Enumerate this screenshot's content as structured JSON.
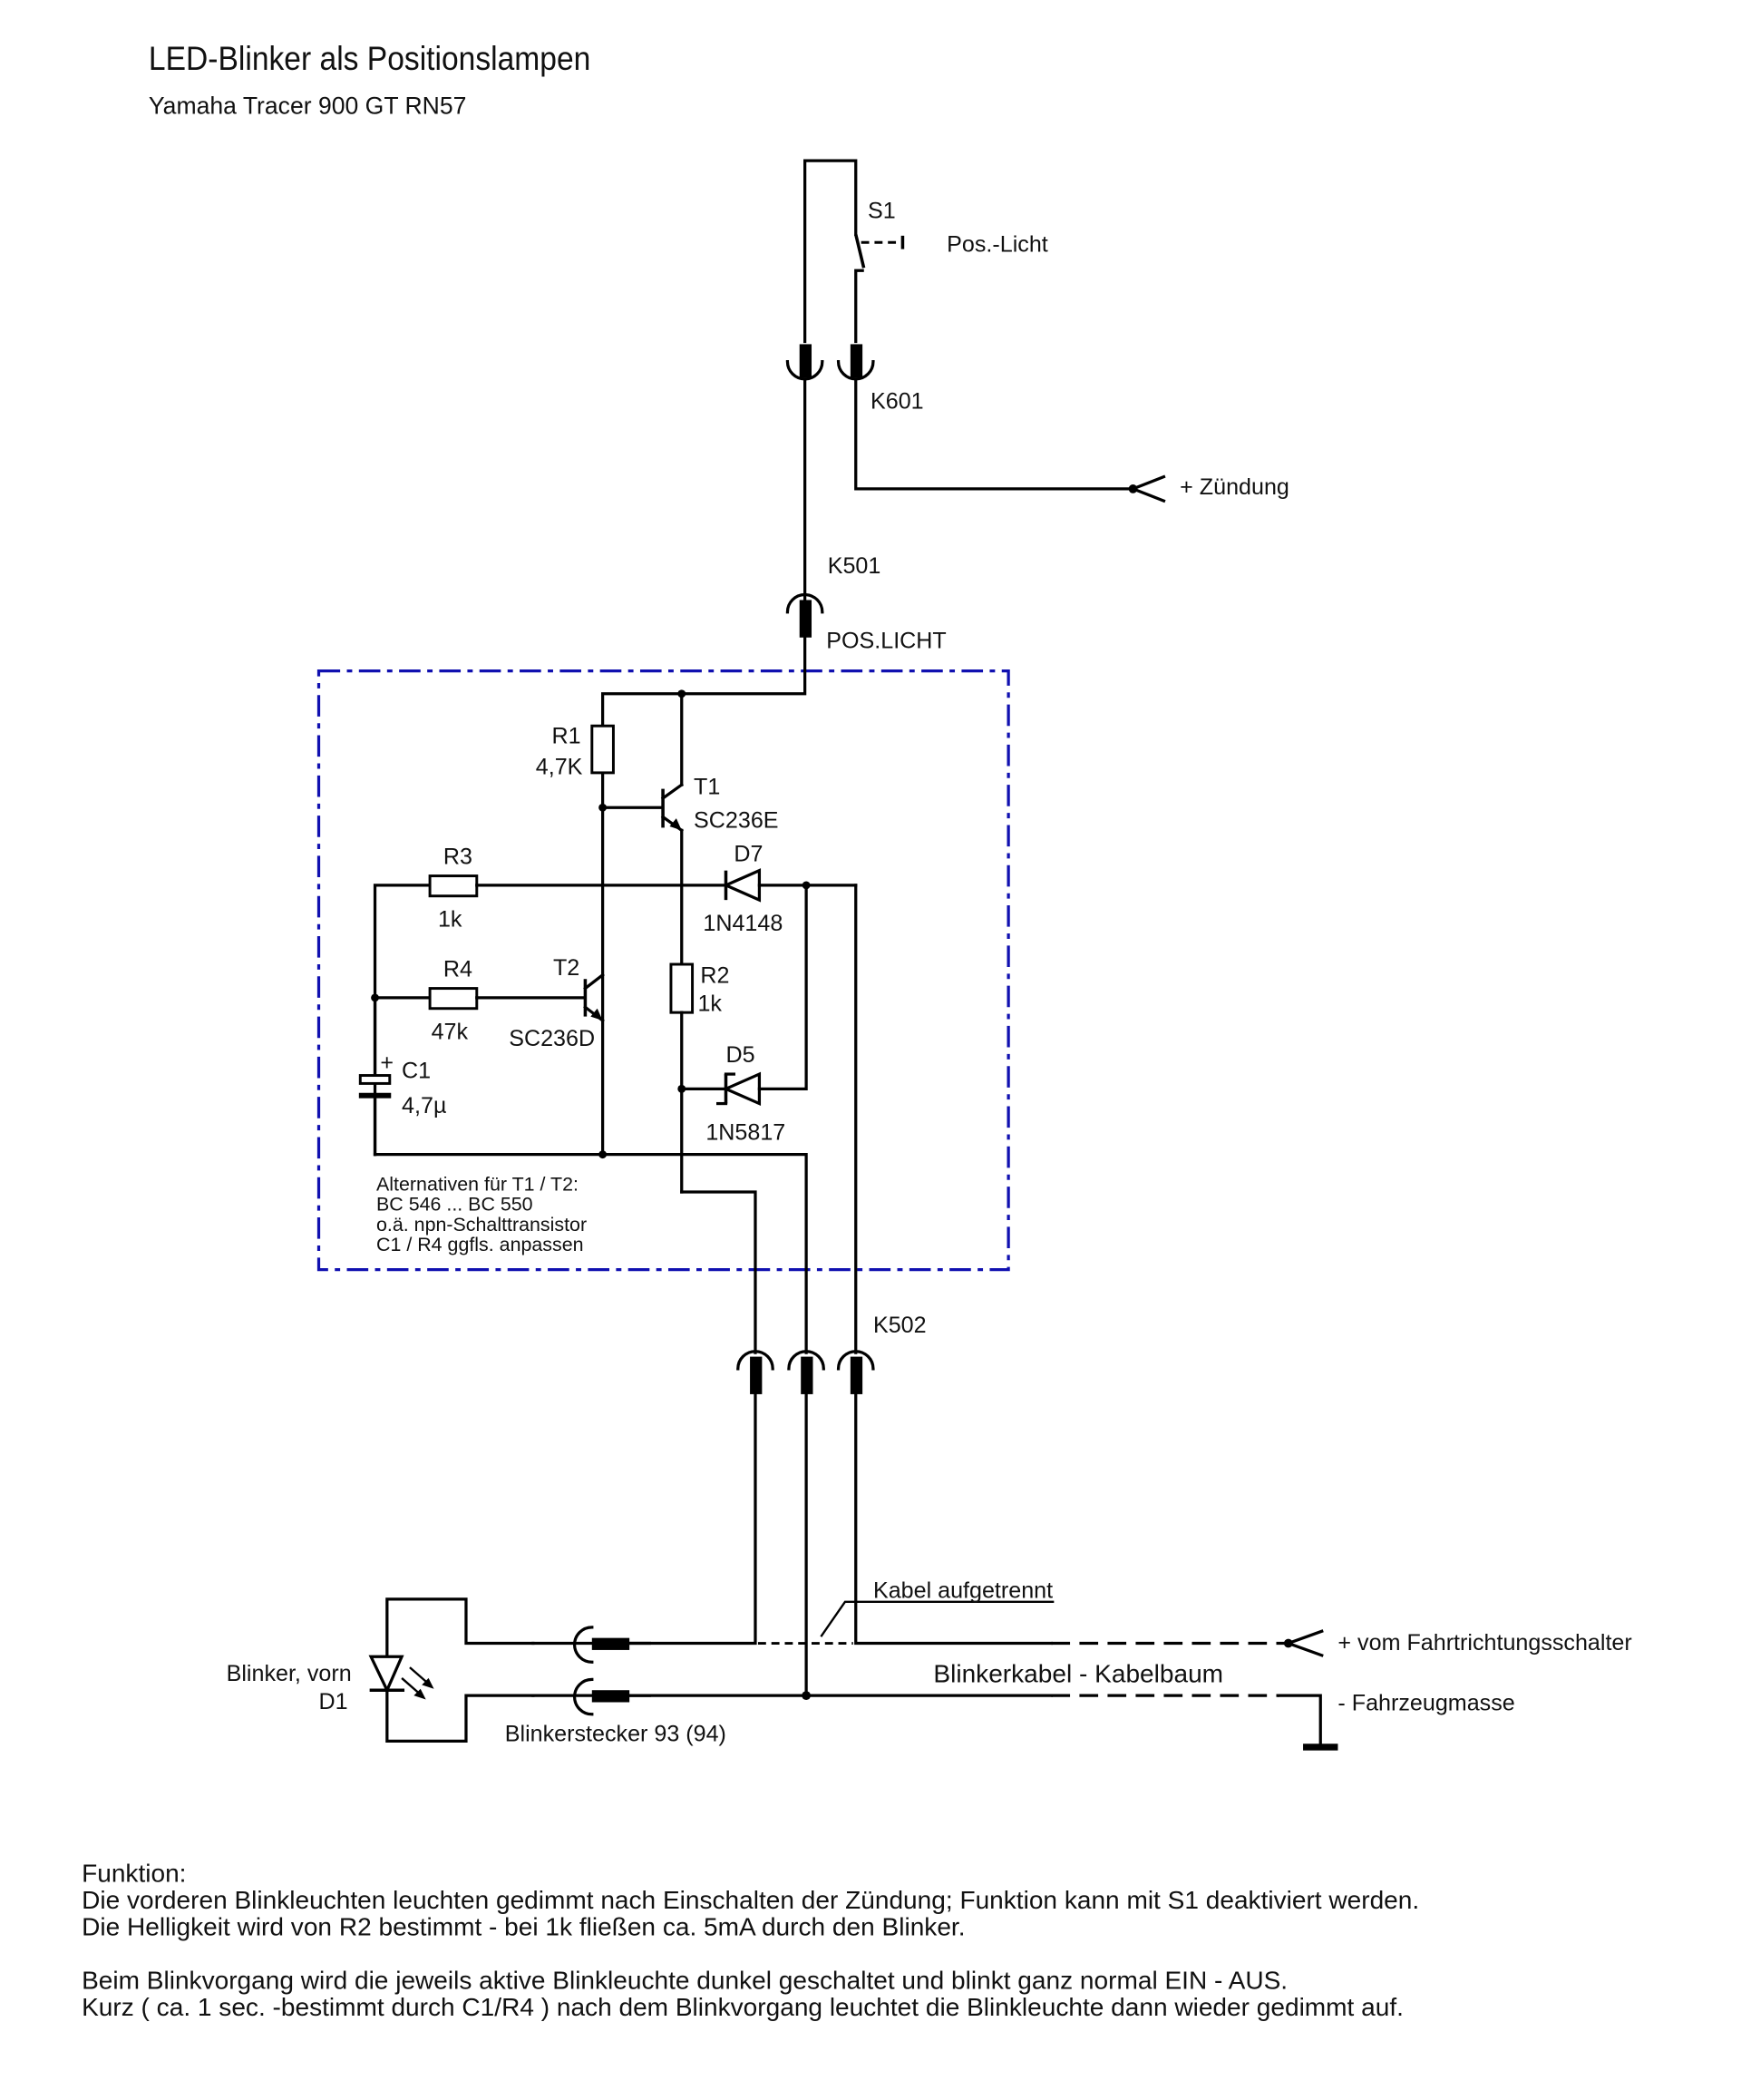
{
  "header": {
    "title": "LED-Blinker als Positionslampen",
    "subtitle": "Yamaha Tracer 900 GT RN57"
  },
  "components": {
    "S1": {
      "ref": "S1",
      "label": "Pos.-Licht"
    },
    "K601": {
      "ref": "K601"
    },
    "ignition": {
      "label": "+ Zündung"
    },
    "K501": {
      "ref": "K501",
      "label": "POS.LICHT"
    },
    "R1": {
      "ref": "R1",
      "value": "4,7K"
    },
    "T1": {
      "ref": "T1",
      "value": "SC236E"
    },
    "R3": {
      "ref": "R3",
      "value": "1k"
    },
    "D7": {
      "ref": "D7",
      "value": "1N4148"
    },
    "R4": {
      "ref": "R4",
      "value": "47k"
    },
    "T2": {
      "ref": "T2",
      "value": "SC236D"
    },
    "R2": {
      "ref": "R2",
      "value": "1k"
    },
    "C1": {
      "ref": "C1",
      "value": "4,7µ",
      "polarity": "+"
    },
    "D5": {
      "ref": "D5",
      "value": "1N5817"
    },
    "K502": {
      "ref": "K502"
    },
    "D1": {
      "ref": "D1",
      "label": "Blinker, vorn"
    },
    "plug": {
      "label": "Blinkerstecker 93 (94)"
    }
  },
  "notes": {
    "alternatives": [
      "Alternativen für T1 / T2:",
      "BC 546 ... BC 550",
      "o.ä. npn-Schalttransistor",
      "C1 / R4 ggfls. anpassen"
    ],
    "cable_cut": "Kabel aufgetrennt",
    "harness": "Blinkerkabel - Kabelbaum",
    "turn_switch": "+ vom Fahrtrichtungsschalter",
    "ground": "- Fahrzeugmasse"
  },
  "function": {
    "heading": "Funktion:",
    "lines": [
      "Die vorderen Blinkleuchten leuchten gedimmt nach Einschalten der Zündung; Funktion kann mit S1 deaktiviert werden.",
      "Die Helligkeit wird von R2 bestimmt - bei 1k fließen ca. 5mA durch den Blinker.",
      "",
      "Beim Blinkvorgang wird die jeweils aktive Blinkleuchte dunkel geschaltet und blinkt ganz normal EIN - AUS.",
      "Kurz ( ca. 1 sec. -bestimmt durch C1/R4 ) nach dem Blinkvorgang leuchtet die Blinkleuchte dann wieder gedimmt auf."
    ]
  },
  "colors": {
    "module_border": "#1010b0",
    "wire": "#000000"
  }
}
